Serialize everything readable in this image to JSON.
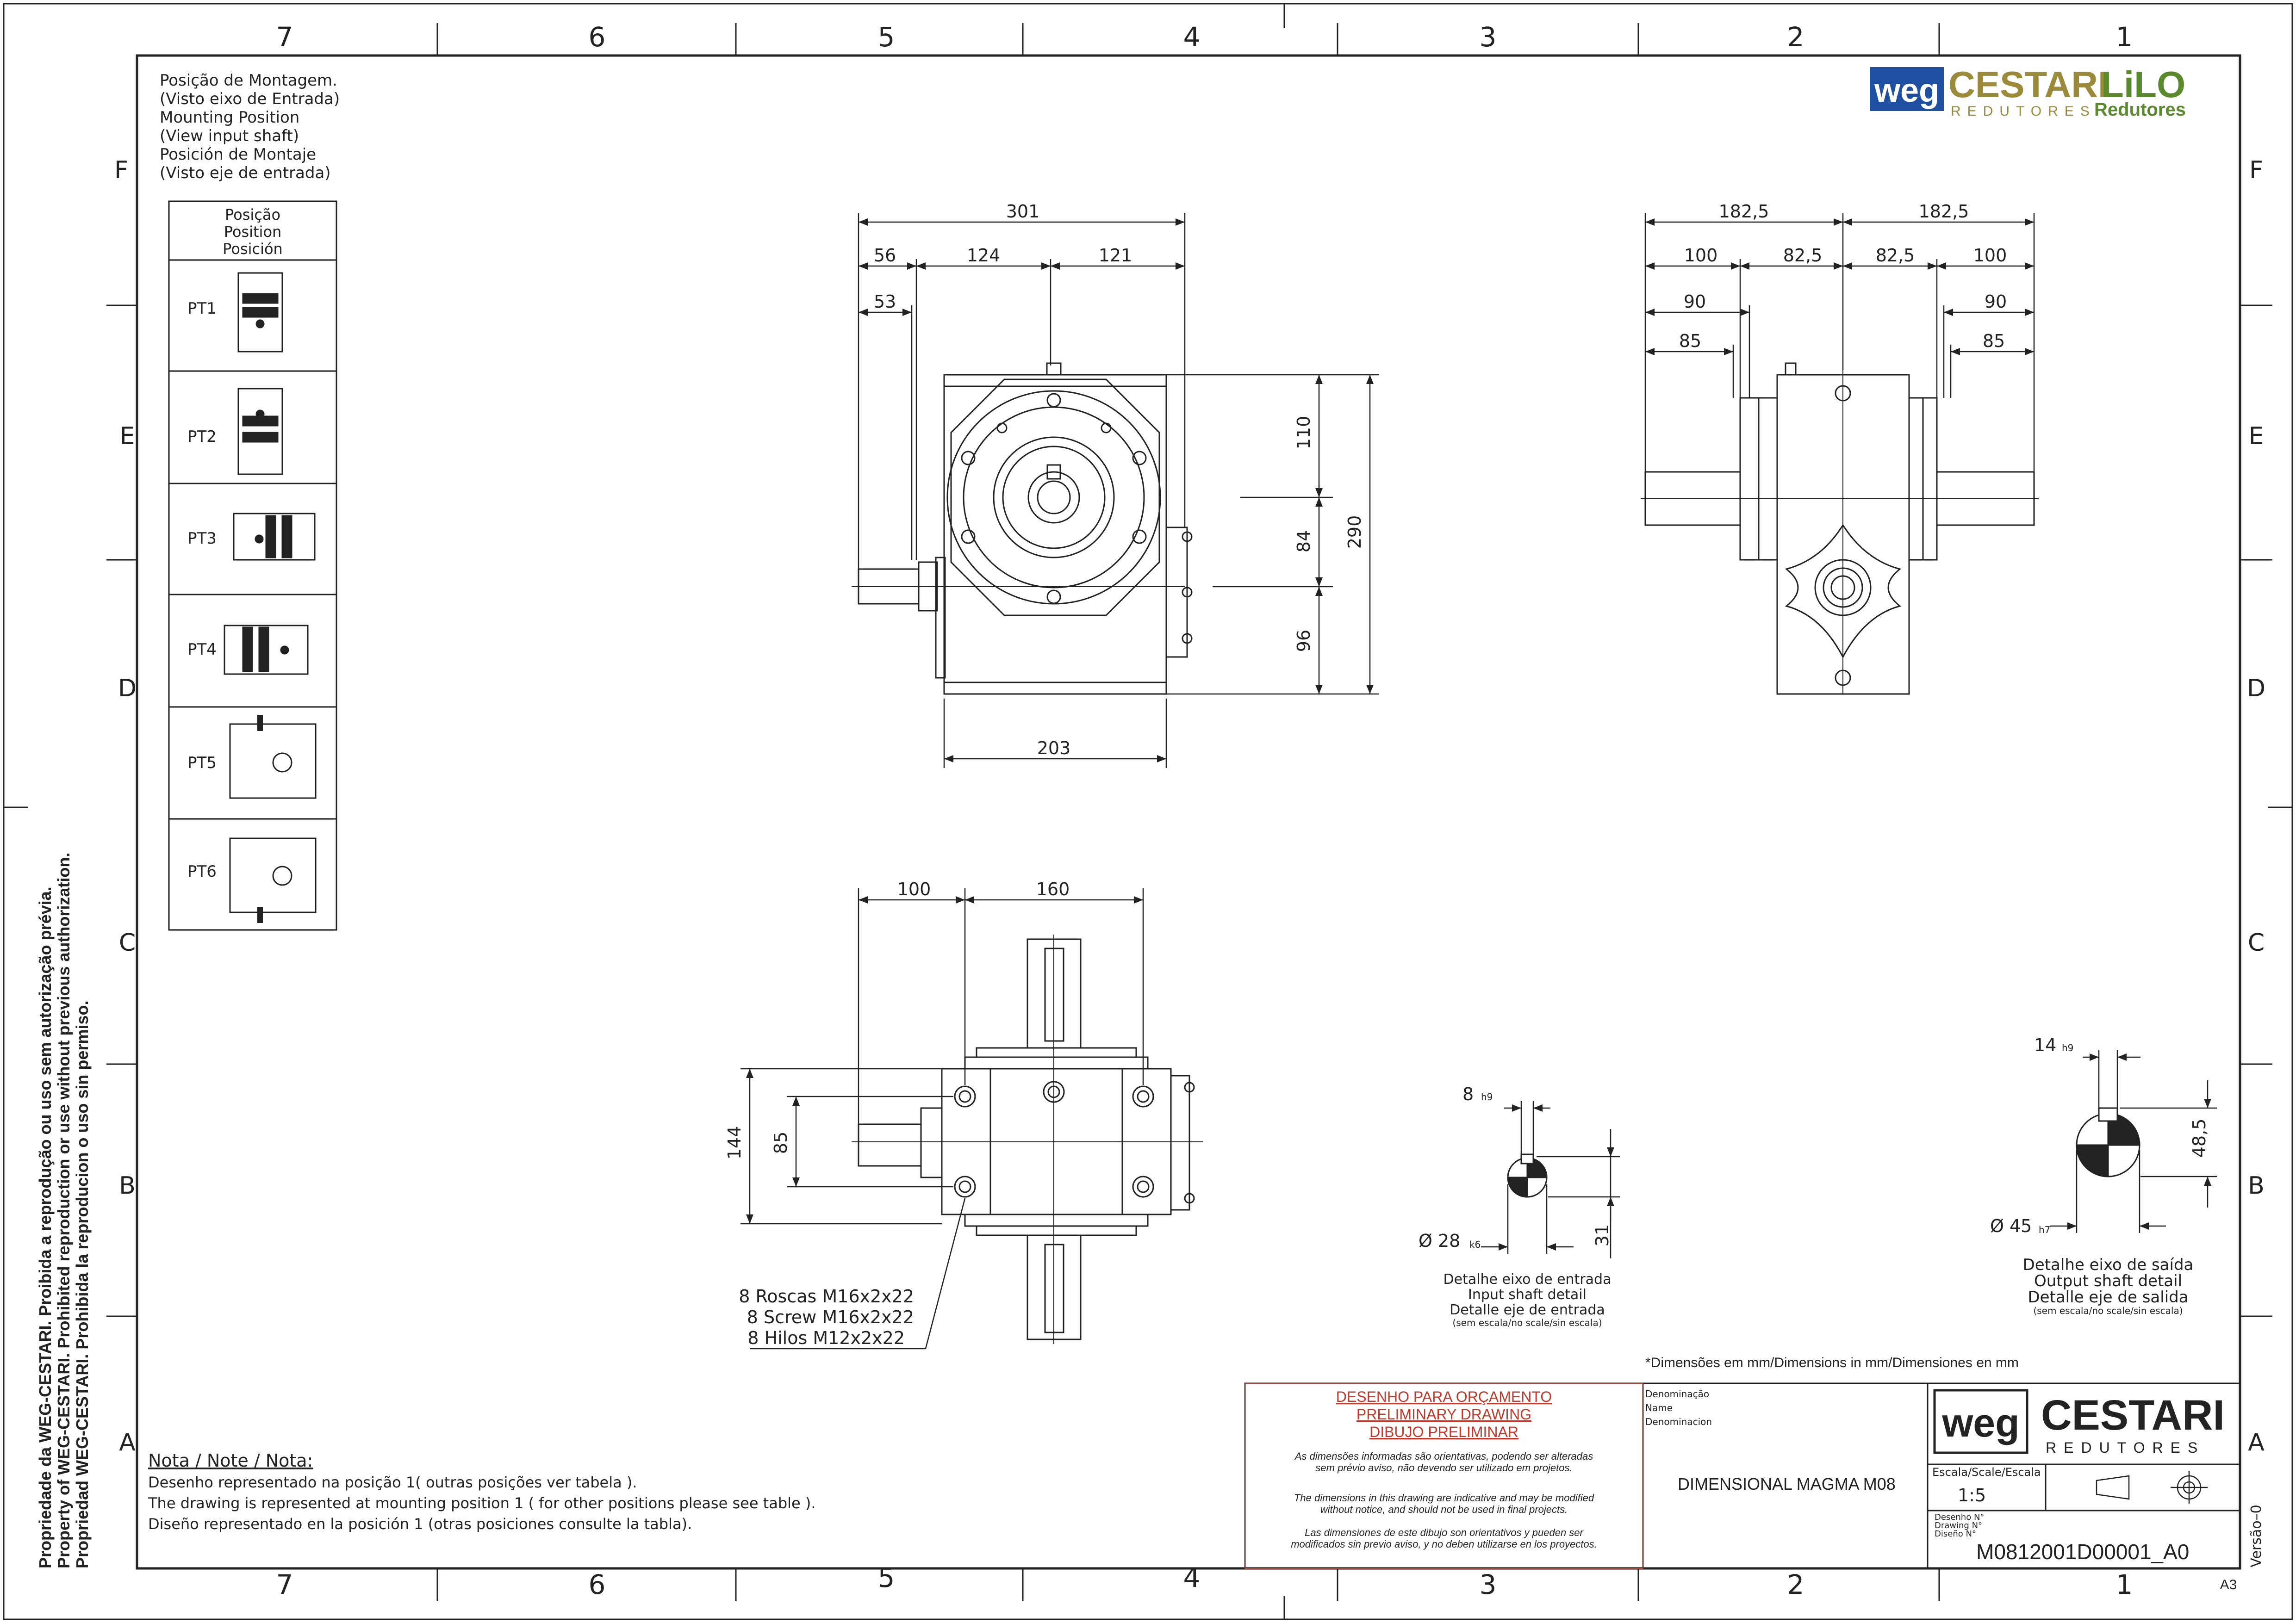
{
  "frame": {
    "columns_top": [
      "7",
      "6",
      "5",
      "4",
      "3",
      "2",
      "1"
    ],
    "columns_bottom": [
      "7",
      "6",
      "5",
      "4",
      "3",
      "2",
      "1"
    ],
    "rows_left": [
      "F",
      "E",
      "D",
      "C",
      "B",
      "A"
    ],
    "rows_right": [
      "F",
      "E",
      "D",
      "C",
      "B",
      "A"
    ],
    "sheet_size": "A3",
    "version": "Versão–0"
  },
  "side_notice": [
    "Propriedade da WEG-CESTARI. Proibida a reprodução ou uso sem autorização prévia.",
    "Property of WEG-CESTARI. Prohibited reproduction or use without previous authorization.",
    "Propriedad WEG-CESTARI. Prohibida la reproducion o uso sin permiso."
  ],
  "logo_top": {
    "weg": "weg",
    "cestari": "CESTARI",
    "redutores": "REDUTORES",
    "lilo": "LiLO",
    "lilo_sub": "Redutores"
  },
  "mounting": {
    "title_lines": [
      "Posição de Montagem.",
      "(Visto eixo de Entrada)",
      "Mounting Position",
      "(View input shaft)",
      "Posición de Montaje",
      "(Visto eje de entrada)"
    ],
    "table_header": [
      "Posição",
      "Position",
      "Posición"
    ],
    "positions": [
      "PT1",
      "PT2",
      "PT3",
      "PT4",
      "PT5",
      "PT6"
    ]
  },
  "front_view": {
    "dims": [
      "301",
      "56",
      "124",
      "121",
      "53",
      "110",
      "84",
      "96",
      "290",
      "203"
    ]
  },
  "side_view": {
    "dims": [
      "182,5",
      "182,5",
      "100",
      "82,5",
      "82,5",
      "100",
      "90",
      "90",
      "85",
      "85"
    ]
  },
  "bottom_view": {
    "dims": [
      "100",
      "160",
      "144",
      "85"
    ],
    "thread_notes": [
      "8 Roscas M16x2x22",
      "8 Screw M16x2x22",
      "8 Hilos M12x2x22"
    ]
  },
  "input_detail": {
    "key_width": "8",
    "key_tol": "h9",
    "dia": "Ø 28",
    "dia_tol": "k6",
    "height": "31",
    "caption": [
      "Detalhe eixo de entrada",
      "Input shaft detail",
      "Detalle eje de entrada"
    ],
    "scale_note": "(sem escala/no scale/sin escala)"
  },
  "output_detail": {
    "key_width": "14",
    "key_tol": "h9",
    "dia": "Ø 45",
    "dia_tol": "h7",
    "height": "48,5",
    "caption": [
      "Detalhe eixo de saída",
      "Output shaft detail",
      "Detalle eje de salida"
    ],
    "scale_note": "(sem escala/no scale/sin escala)"
  },
  "units_note": "*Dimensões em mm/Dimensions in mm/Dimensiones en mm",
  "note": {
    "title": "Nota / Note / Nota:",
    "lines": [
      "Desenho representado na posição 1( outras posições ver tabela ).",
      "The drawing is represented at mounting position 1 ( for other positions please see table ).",
      "Diseño representado en la posición 1 (otras posiciones consulte la tabla)."
    ]
  },
  "preliminary": {
    "headings": [
      "DESENHO PARA ORÇAMENTO",
      "PRELIMINARY DRAWING",
      "DIBUJO PRELIMINAR"
    ],
    "pt": [
      "As dimensões informadas são orientativas, podendo ser alteradas",
      "sem prévio aviso, não devendo ser utilizado em projetos."
    ],
    "en": [
      "The dimensions in this drawing are indicative and may be modified",
      "without notice, and should not be used in final projects."
    ],
    "es": [
      "Las dimensiones de este dibujo son orientativos y pueden ser",
      "modificados sin previo aviso, y no deben utilizarse en los proyectos."
    ]
  },
  "title_block": {
    "name_labels": [
      "Denominação",
      "Name",
      "Denominacion"
    ],
    "name": "DIMENSIONAL MAGMA M08",
    "scale_label": "Escala/Scale/Escala",
    "scale": "1:5",
    "drawing_labels": [
      "Desenho N°",
      "Drawing N°",
      "Diseño N°"
    ],
    "drawing_no": "M0812001D00001_A0",
    "logo_weg": "weg",
    "logo_cestari": "CESTARI",
    "logo_redutores": "REDUTORES"
  },
  "colors": {
    "line": "#222222",
    "accent_red": "#c0392b",
    "weg_blue": "#1f4fa0",
    "cestari_gold": "#9a8a3a",
    "lilo_green": "#5b8a2e"
  }
}
